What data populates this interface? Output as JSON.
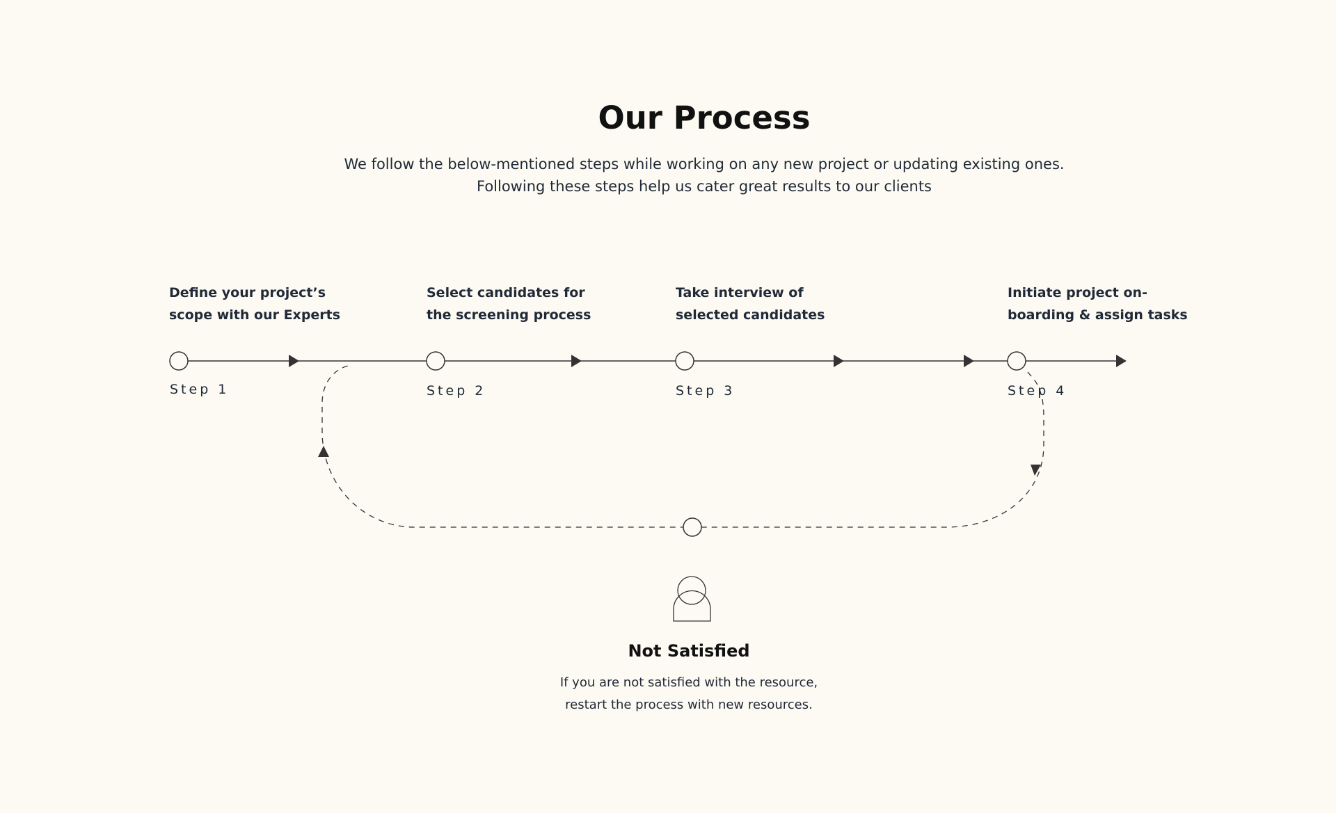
{
  "header": {
    "title": "Our Process",
    "subtitle": "We follow the below-mentioned steps while working on any new project or updating existing ones. Following these steps help us cater great results to our clients"
  },
  "steps": [
    {
      "label": "Step 1",
      "description": "Define your project’s scope with our Experts"
    },
    {
      "label": "Step 2",
      "description": "Select candidates for the screening process"
    },
    {
      "label": "Step 3",
      "description": "Take interview of selected candidates"
    },
    {
      "label": "Step 4",
      "description": "Initiate project on-boarding & assign tasks"
    }
  ],
  "loop": {
    "title": "Not Satisfied",
    "text": "If you are not satisfied with the resource, restart the process with new resources.",
    "icon": "person-icon"
  },
  "colors": {
    "background": "#fcfaf2",
    "line": "#333333",
    "heading": "#111111",
    "text": "#1f2937"
  }
}
